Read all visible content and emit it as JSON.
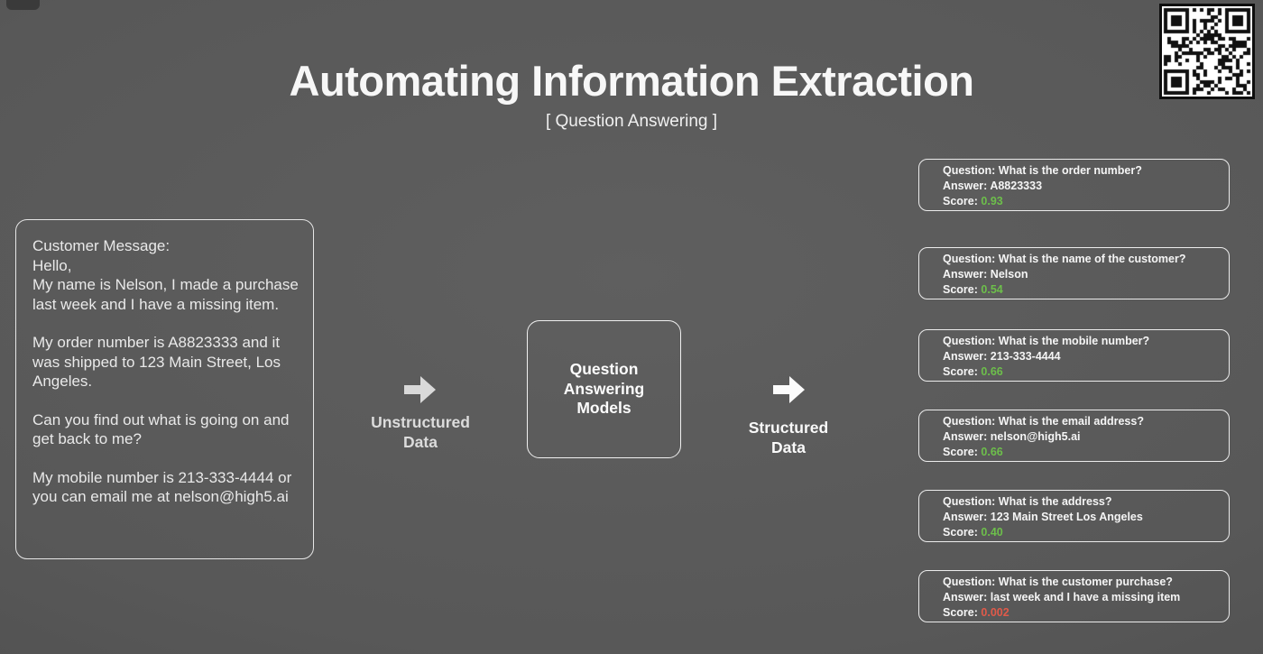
{
  "page": {
    "title": "Automating Information Extraction",
    "subtitle": "[ Question Answering ]"
  },
  "customer_box": {
    "paragraphs": [
      "Customer Message:\nHello,\nMy name is Nelson, I made a purchase last week and I have a missing item.",
      "My order number is A8823333 and it was shipped to 123 Main Street, Los Angeles.",
      "Can you find out what is going on and get back to me?",
      "My mobile number is 213-333-4444 or you can email me at nelson@high5.ai"
    ]
  },
  "flow": {
    "unstructured_label": "Unstructured Data",
    "model_box_label": "Question Answering Models",
    "structured_label": "Structured Data"
  },
  "cards": [
    {
      "question": "Question: What is the order number?",
      "answer": "Answer: A8823333",
      "score_label": "Score:",
      "score": "0.93",
      "score_color": "#6dbf4b"
    },
    {
      "question": "Question: What is the name of the customer?",
      "answer": "Answer: Nelson",
      "score_label": "Score:",
      "score": "0.54",
      "score_color": "#6dbf4b"
    },
    {
      "question": "Question: What is the mobile number?",
      "answer": "Answer: 213-333-4444",
      "score_label": "Score:",
      "score": "0.66",
      "score_color": "#6dbf4b"
    },
    {
      "question": "Question: What is the email address?",
      "answer": "Answer: nelson@high5.ai",
      "score_label": "Score:",
      "score": "0.66",
      "score_color": "#6dbf4b"
    },
    {
      "question": "Question: What is the address?",
      "answer": "Answer: 123 Main Street Los Angeles",
      "score_label": "Score:",
      "score": "0.40",
      "score_color": "#6dbf4b"
    },
    {
      "question": "Question: What is the customer purchase?",
      "answer": "Answer: last week and I have a missing item",
      "score_label": "Score:",
      "score": "0.002",
      "score_color": "#e05a4a"
    }
  ],
  "colors": {
    "score_green": "#6dbf4b",
    "score_red": "#e05a4a",
    "background": "#585858",
    "border": "#ececec"
  }
}
